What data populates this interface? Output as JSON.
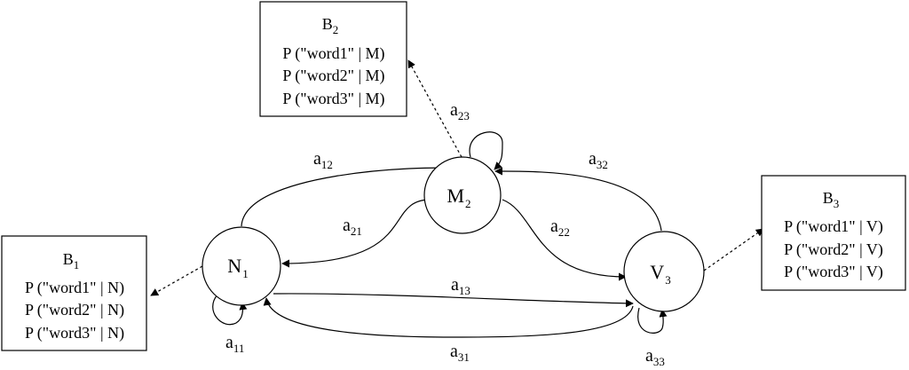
{
  "states": [
    {
      "id": "N",
      "letter": "N",
      "index": "1"
    },
    {
      "id": "M",
      "letter": "M",
      "index": "2"
    },
    {
      "id": "V",
      "letter": "V",
      "index": "3"
    }
  ],
  "emission_boxes": [
    {
      "id": "B1",
      "letter": "B",
      "index": "1",
      "rows": [
        "P (\"word1\" | N)",
        "P (\"word2\" | N)",
        "P (\"word3\" | N)"
      ]
    },
    {
      "id": "B2",
      "letter": "B",
      "index": "2",
      "rows": [
        "P (\"word1\" | M)",
        "P (\"word2\" | M)",
        "P (\"word3\" | M)"
      ]
    },
    {
      "id": "B3",
      "letter": "B",
      "index": "3",
      "rows": [
        "P (\"word1\" | V)",
        "P (\"word2\" | V)",
        "P (\"word3\" | V)"
      ]
    }
  ],
  "transitions": [
    {
      "id": "a11",
      "letter": "a",
      "index": "11"
    },
    {
      "id": "a12",
      "letter": "a",
      "index": "12"
    },
    {
      "id": "a13",
      "letter": "a",
      "index": "13"
    },
    {
      "id": "a21",
      "letter": "a",
      "index": "21"
    },
    {
      "id": "a22",
      "letter": "a",
      "index": "22"
    },
    {
      "id": "a23",
      "letter": "a",
      "index": "23"
    },
    {
      "id": "a31",
      "letter": "a",
      "index": "31"
    },
    {
      "id": "a32",
      "letter": "a",
      "index": "32"
    },
    {
      "id": "a33",
      "letter": "a",
      "index": "33"
    }
  ]
}
